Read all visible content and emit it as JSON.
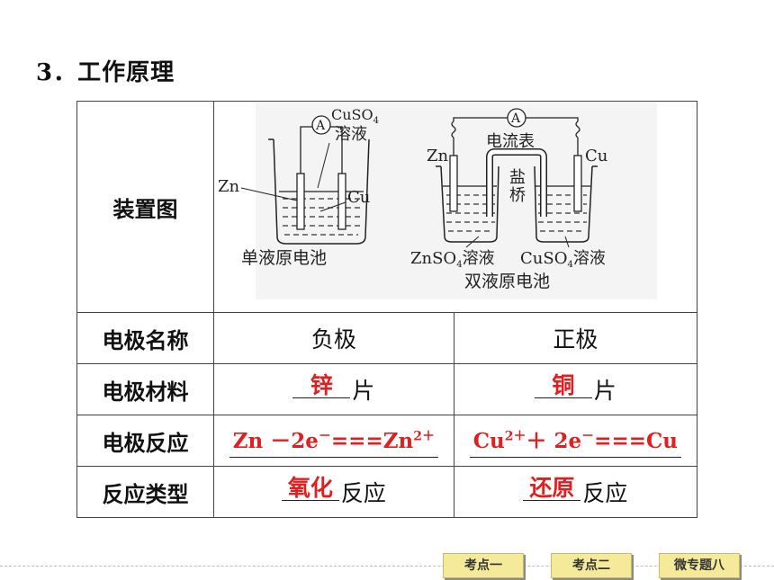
{
  "heading": {
    "number": "3．",
    "title": "工作原理"
  },
  "table": {
    "rows": [
      {
        "label": "装置图"
      },
      {
        "label": "电极名称",
        "neg": "负极",
        "pos": "正极"
      },
      {
        "label": "电极材料",
        "neg_fill": "锌",
        "neg_suffix": "片",
        "pos_fill": "铜",
        "pos_suffix": "片"
      },
      {
        "label": "电极反应",
        "neg_formula": {
          "a": "Zn －2e",
          "b": "－",
          "c": "===Zn",
          "d": "2＋"
        },
        "pos_formula": {
          "a": "Cu",
          "b": "2＋",
          "c": "＋ 2e",
          "d": "－",
          "e": "===Cu"
        }
      },
      {
        "label": "反应类型",
        "neg_fill": "氧化",
        "neg_suffix": "反应",
        "pos_fill": "还原",
        "pos_suffix": "反应"
      }
    ]
  },
  "figure": {
    "single": {
      "meter": "A",
      "solution_top": "CuSO",
      "solution_sub": "4",
      "solution_bottom": "溶液",
      "left_electrode": "Zn",
      "right_electrode": "Cu",
      "caption": "单液原电池"
    },
    "double": {
      "meter": "A",
      "meter_label": "电流表",
      "left_electrode": "Zn",
      "right_electrode": "Cu",
      "bridge1": "盐",
      "bridge2": "桥",
      "left_solution": "ZnSO",
      "left_solution_sub": "4",
      "left_solution_suffix": "溶液",
      "right_solution": "CuSO",
      "right_solution_sub": "4",
      "right_solution_suffix": "溶液",
      "caption": "双液原电池"
    }
  },
  "nav": {
    "btn1": "考点一",
    "btn2": "考点二",
    "btn3": "微专题八"
  }
}
